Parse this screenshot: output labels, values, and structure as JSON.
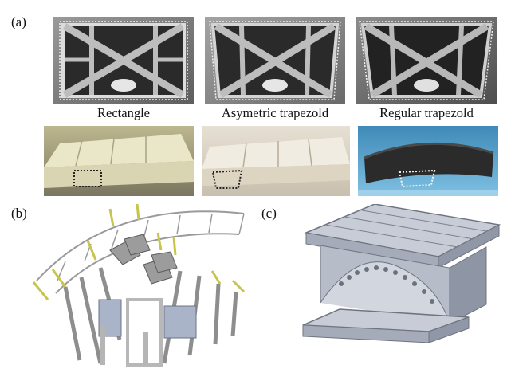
{
  "figure": {
    "panels": [
      {
        "id": "a",
        "label": "(a)"
      },
      {
        "id": "b",
        "label": "(b)"
      },
      {
        "id": "c",
        "label": "(c)"
      }
    ],
    "cross_sections": [
      {
        "caption": "Rectangle"
      },
      {
        "caption": "Asymetric trapezold"
      },
      {
        "caption": "Regular trapezold"
      }
    ]
  }
}
